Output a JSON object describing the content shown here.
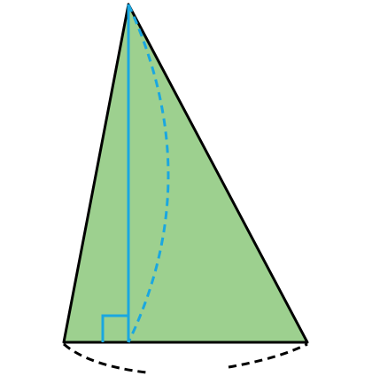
{
  "figure": {
    "colors": {
      "face_fill": "#9dd08f",
      "outline": "#000000",
      "height_line": "#1aa7e0",
      "dashed_curve": "#1aa7e0",
      "base_dashes": "#000000",
      "right_angle_marker": "#1aa7e0"
    },
    "elements": [
      "triangle-face",
      "height-segment",
      "right-angle-marker",
      "hidden-slant-curve",
      "base-arc-left",
      "base-arc-right"
    ]
  }
}
